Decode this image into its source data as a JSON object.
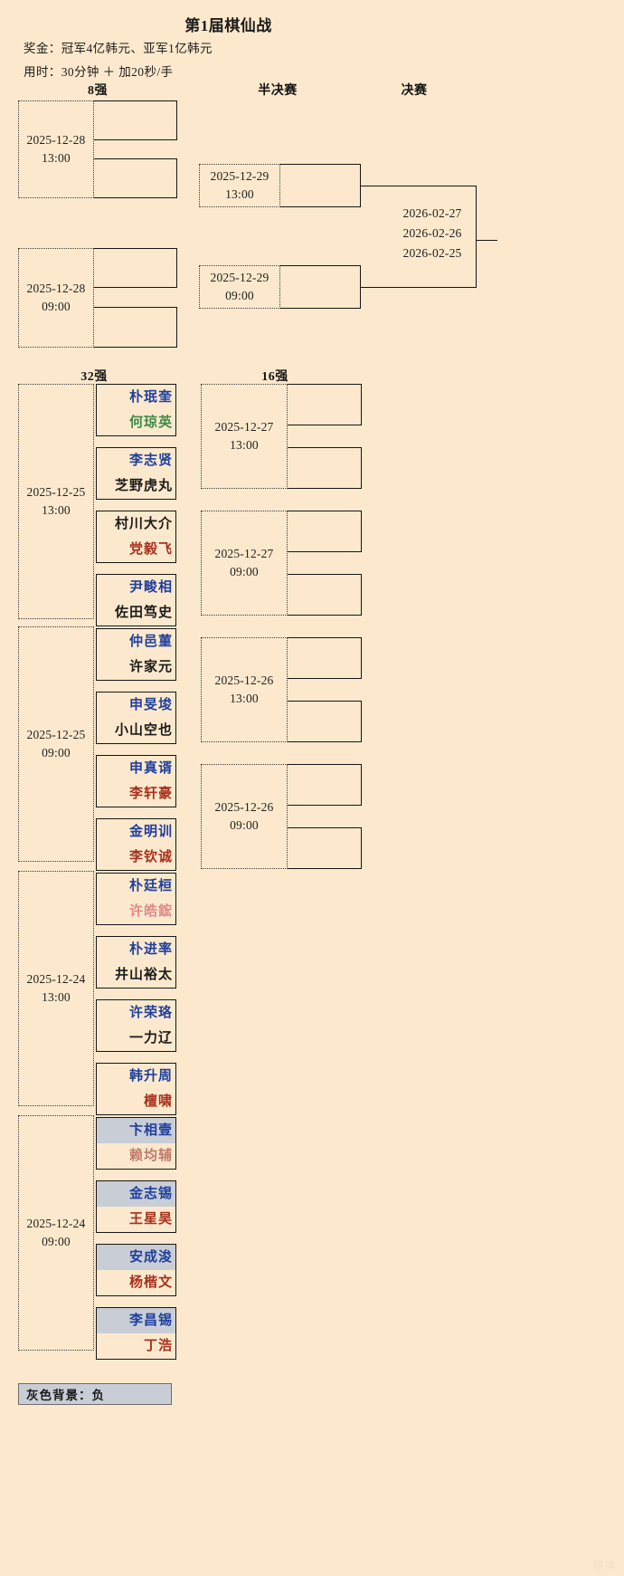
{
  "header": {
    "title": "第1届棋仙战",
    "prize_line": "奖金：冠军4亿韩元、亚军1亿韩元",
    "time_line": "用时：30分钟 ＋ 加20秒/手"
  },
  "round_labels": {
    "quarterfinal": "8强",
    "semifinal": "半决赛",
    "final": "决赛",
    "r32": "32强",
    "r16": "16强"
  },
  "quarterfinals": [
    {
      "date": "2025-12-28",
      "time": "13:00"
    },
    {
      "date": "2025-12-28",
      "time": "09:00"
    }
  ],
  "semifinals": [
    {
      "date": "2025-12-29",
      "time": "13:00"
    },
    {
      "date": "2025-12-29",
      "time": "09:00"
    }
  ],
  "final": {
    "dates": [
      "2026-02-27",
      "2026-02-26",
      "2026-02-25"
    ]
  },
  "round16": [
    {
      "date": "2025-12-27",
      "time": "13:00"
    },
    {
      "date": "2025-12-27",
      "time": "09:00"
    },
    {
      "date": "2025-12-26",
      "time": "13:00"
    },
    {
      "date": "2025-12-26",
      "time": "09:00"
    }
  ],
  "round32_groups": [
    {
      "date": "2025-12-25",
      "time": "13:00"
    },
    {
      "date": "2025-12-25",
      "time": "09:00"
    },
    {
      "date": "2025-12-24",
      "time": "13:00"
    },
    {
      "date": "2025-12-24",
      "time": "09:00"
    }
  ],
  "matches": [
    {
      "top": "朴珉奎",
      "bottom": "何琼英",
      "top_color": "#1f3f9e",
      "bottom_color": "#3f8a4a",
      "top_lost": false,
      "bottom_lost": false
    },
    {
      "top": "李志贤",
      "bottom": "芝野虎丸",
      "top_color": "#1f3f9e",
      "bottom_color": "#1b1b1b",
      "top_lost": false,
      "bottom_lost": false
    },
    {
      "top": "村川大介",
      "bottom": "党毅飞",
      "top_color": "#1b1b1b",
      "bottom_color": "#a8301c",
      "top_lost": false,
      "bottom_lost": false
    },
    {
      "top": "尹畯相",
      "bottom": "佐田笃史",
      "top_color": "#1f3f9e",
      "bottom_color": "#1b1b1b",
      "top_lost": false,
      "bottom_lost": false
    },
    {
      "top": "仲邑菫",
      "bottom": "许家元",
      "top_color": "#1f3f9e",
      "bottom_color": "#1b1b1b",
      "top_lost": false,
      "bottom_lost": false
    },
    {
      "top": "申旻埈",
      "bottom": "小山空也",
      "top_color": "#1f3f9e",
      "bottom_color": "#1b1b1b",
      "top_lost": false,
      "bottom_lost": false
    },
    {
      "top": "申真谞",
      "bottom": "李轩豪",
      "top_color": "#1f3f9e",
      "bottom_color": "#a8301c",
      "top_lost": false,
      "bottom_lost": false
    },
    {
      "top": "金明训",
      "bottom": "李钦诚",
      "top_color": "#1f3f9e",
      "bottom_color": "#a8301c",
      "top_lost": false,
      "bottom_lost": false
    },
    {
      "top": "朴廷桓",
      "bottom": "许皓鋐",
      "top_color": "#1f3f9e",
      "bottom_color": "#e08a8a",
      "top_lost": false,
      "bottom_lost": false
    },
    {
      "top": "朴进率",
      "bottom": "井山裕太",
      "top_color": "#1f3f9e",
      "bottom_color": "#1b1b1b",
      "top_lost": false,
      "bottom_lost": false
    },
    {
      "top": "许荣珞",
      "bottom": "一力辽",
      "top_color": "#1f3f9e",
      "bottom_color": "#1b1b1b",
      "top_lost": false,
      "bottom_lost": false
    },
    {
      "top": "韩升周",
      "bottom": "檀啸",
      "top_color": "#1f3f9e",
      "bottom_color": "#a8301c",
      "top_lost": false,
      "bottom_lost": false
    },
    {
      "top": "卞相壹",
      "bottom": "赖均辅",
      "top_color": "#1f3f9e",
      "bottom_color": "#c07a6a",
      "top_lost": true,
      "bottom_lost": false
    },
    {
      "top": "金志锡",
      "bottom": "王星昊",
      "top_color": "#1f3f9e",
      "bottom_color": "#a8301c",
      "top_lost": true,
      "bottom_lost": false
    },
    {
      "top": "安成浚",
      "bottom": "杨楷文",
      "top_color": "#1f3f9e",
      "bottom_color": "#a8301c",
      "top_lost": true,
      "bottom_lost": false
    },
    {
      "top": "李昌锡",
      "bottom": "丁浩",
      "top_color": "#1f3f9e",
      "bottom_color": "#a8301c",
      "top_lost": true,
      "bottom_lost": false
    }
  ],
  "legend": {
    "text": "灰色背景：负"
  },
  "watermark": {
    "text": "棋牌"
  },
  "colors": {
    "background": "#fce9cd",
    "line": "#151515",
    "lost_background": "#c9ced6"
  }
}
